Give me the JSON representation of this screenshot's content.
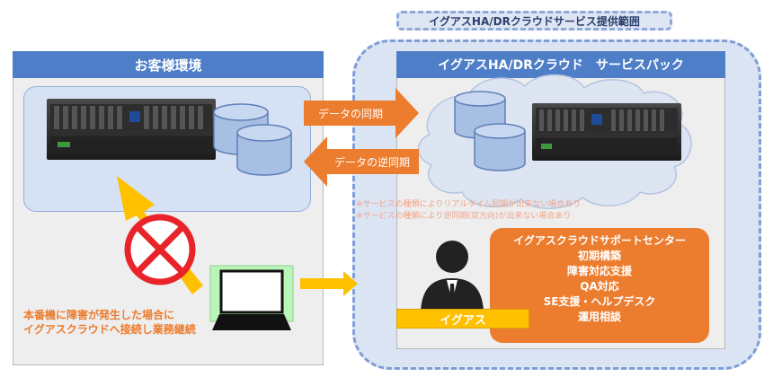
{
  "scope_banner": "イグアスHA/DRクラウドサービス提供範囲",
  "customer": {
    "title": "お客様環境",
    "caption_line1": "本番機に障害が発生した場合に",
    "caption_line2": "イグアスクラウドへ接続し業務継続"
  },
  "service": {
    "title": "イグアスHA/DRクラウド　サービスパック",
    "notes": [
      "※サービスの種類によりリアルタイム同期が出来ない場合あり",
      "※サービスの種類により逆同期(双方向)が出来ない場合あり"
    ],
    "support_center": {
      "title": "イグアスクラウドサポートセンター",
      "items": [
        "初期構築",
        "障害対応支援",
        "QA対応",
        "SE支援・ヘルプデスク",
        "運用相談"
      ]
    },
    "person_label": "イグアス"
  },
  "sync": {
    "forward": "データの同期",
    "reverse": "データの逆同期"
  },
  "colors": {
    "header_blue": "#4d7ec7",
    "orange": "#ec7c2e",
    "yellow": "#ffc000",
    "cylinder": "#a6bfe3"
  }
}
